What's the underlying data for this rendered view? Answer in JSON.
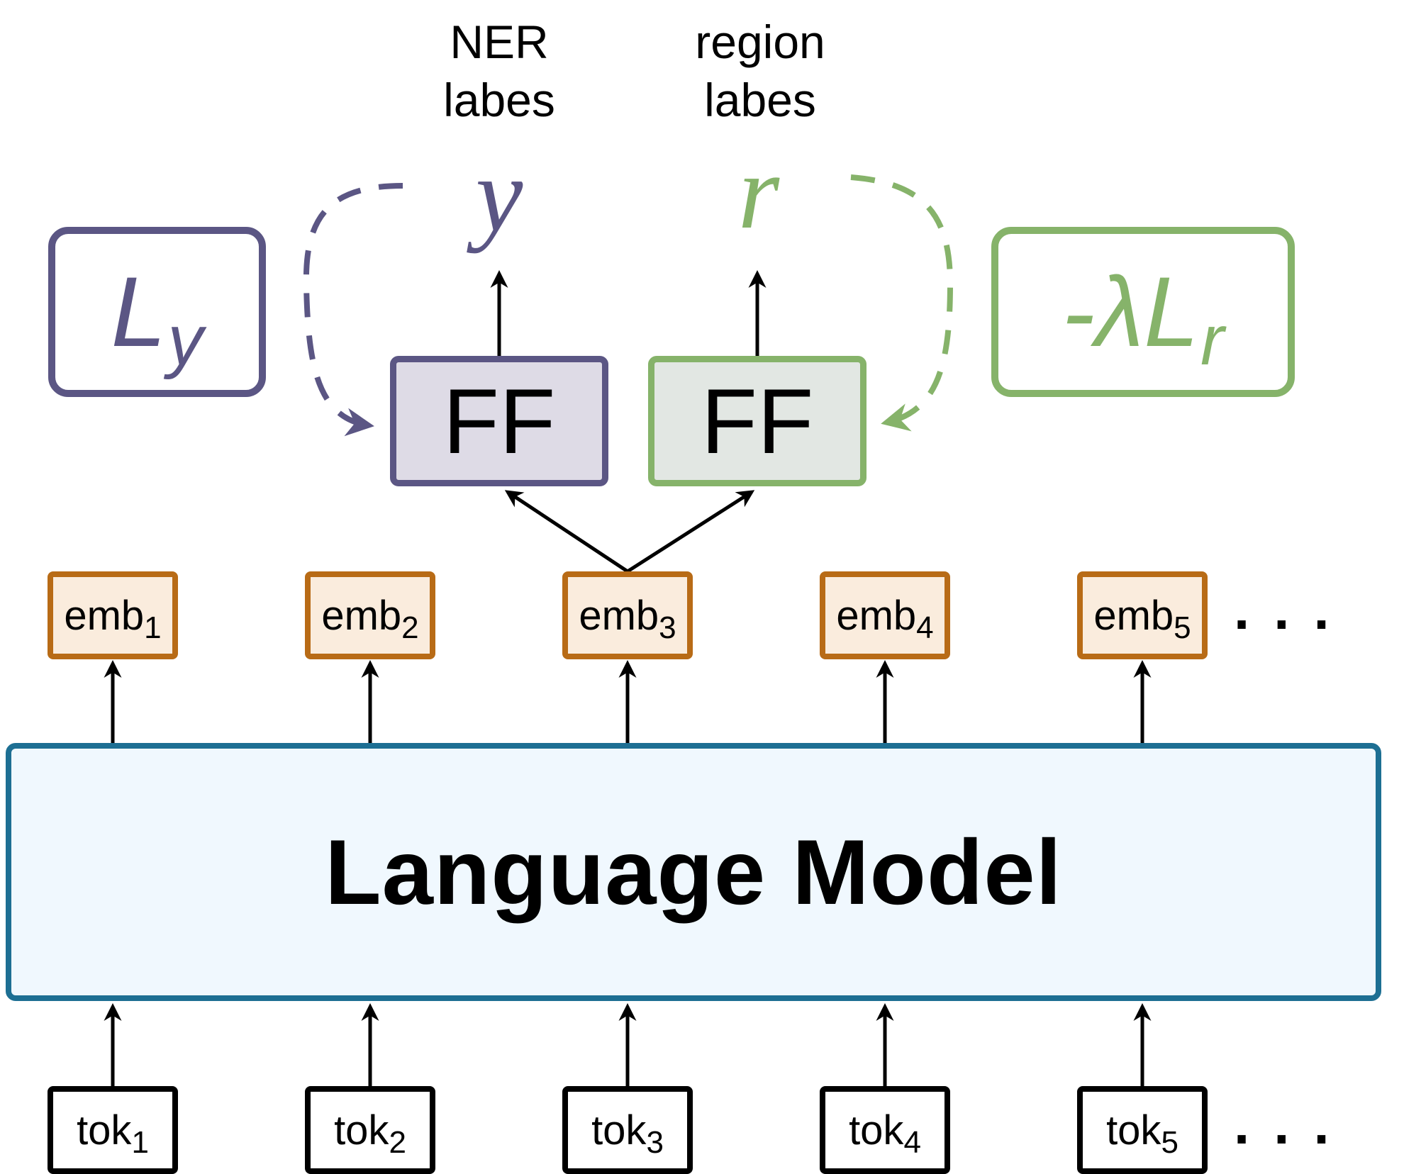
{
  "labels": {
    "ner_line1": "NER",
    "ner_line2": "labes",
    "region_line1": "region",
    "region_line2": "labes",
    "y_var": "y",
    "r_var": "r"
  },
  "losses": {
    "ner_loss_main": "L",
    "ner_loss_sub": "y",
    "region_loss_main": "-λL",
    "region_loss_sub": "r"
  },
  "ff": {
    "ner_label": "FF",
    "region_label": "FF"
  },
  "embeddings": [
    {
      "base": "emb",
      "index": "1"
    },
    {
      "base": "emb",
      "index": "2"
    },
    {
      "base": "emb",
      "index": "3"
    },
    {
      "base": "emb",
      "index": "4"
    },
    {
      "base": "emb",
      "index": "5"
    }
  ],
  "tokens": [
    {
      "base": "tok",
      "index": "1"
    },
    {
      "base": "tok",
      "index": "2"
    },
    {
      "base": "tok",
      "index": "3"
    },
    {
      "base": "tok",
      "index": "4"
    },
    {
      "base": "tok",
      "index": "5"
    }
  ],
  "language_model": "Language Model",
  "ellipsis": "...",
  "colors": {
    "ner": "#5b5684",
    "region": "#86b36a",
    "embedding_border": "#b86b16",
    "lm_border": "#1d6f93"
  }
}
